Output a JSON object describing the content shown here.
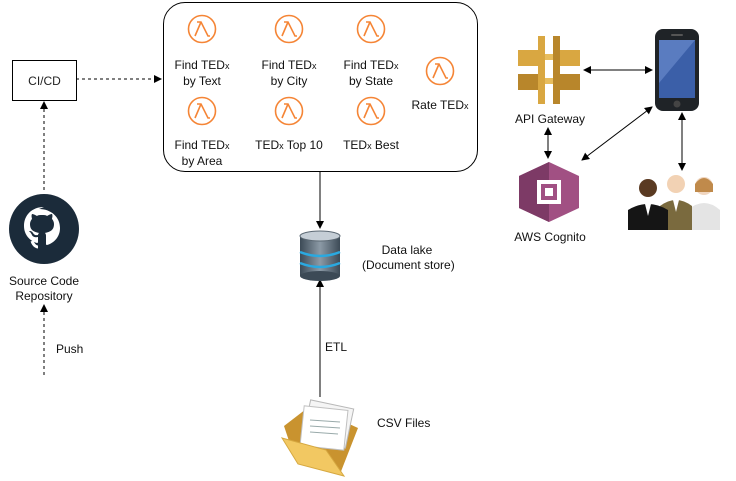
{
  "cicd": {
    "label": "CI/CD"
  },
  "source_repo": {
    "line1": "Source Code",
    "line2": "Repository"
  },
  "push": {
    "label": "Push"
  },
  "lambdas": {
    "find_text": {
      "line1": "Find TED",
      "sub": "x",
      "line2": "by Text"
    },
    "find_city": {
      "line1": "Find TED",
      "sub": "x",
      "line2": "by City"
    },
    "find_state": {
      "line1": "Find TED",
      "sub": "x",
      "line2": "by State"
    },
    "rate": {
      "line1": "Rate TED",
      "sub": "x"
    },
    "find_area": {
      "line1": "Find TED",
      "sub": "x",
      "line2": "by Area"
    },
    "top10": {
      "pre": "TED",
      "sub": "x",
      "post": " Top 10"
    },
    "best": {
      "pre": "TED",
      "sub": "x",
      "post": " Best"
    }
  },
  "datalake": {
    "line1": "Data lake",
    "line2": "(Document store)"
  },
  "etl": {
    "label": "ETL"
  },
  "csv": {
    "label": "CSV Files"
  },
  "api_gateway": {
    "label": "API Gateway"
  },
  "cognito": {
    "label": "AWS Cognito"
  },
  "colors": {
    "lambda_orange": "#f58536",
    "api_gold": "#d9a741",
    "cognito_purple": "#a15083",
    "github_dark": "#1b2b3a"
  }
}
